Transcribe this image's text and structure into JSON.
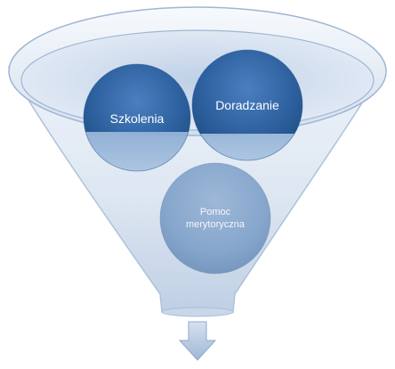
{
  "diagram": {
    "circles": [
      {
        "id": "szkolenia",
        "label_lines": [
          "Szkolenia"
        ]
      },
      {
        "id": "doradzanie",
        "label_lines": [
          "Doradzanie"
        ]
      },
      {
        "id": "pomoc",
        "label_lines": [
          "Pomoc",
          "merytoryczna"
        ]
      }
    ],
    "colors": {
      "funnel_fill_light": "#f2f6fb",
      "funnel_fill_dark": "#c9d7e8",
      "funnel_stroke": "#a9bfd9",
      "circle_dark": "#2e5f98",
      "circle_mid": "#4a79b6",
      "circle_light": "#a9c1dd",
      "arrow_fill": "#b3c7e0"
    }
  }
}
